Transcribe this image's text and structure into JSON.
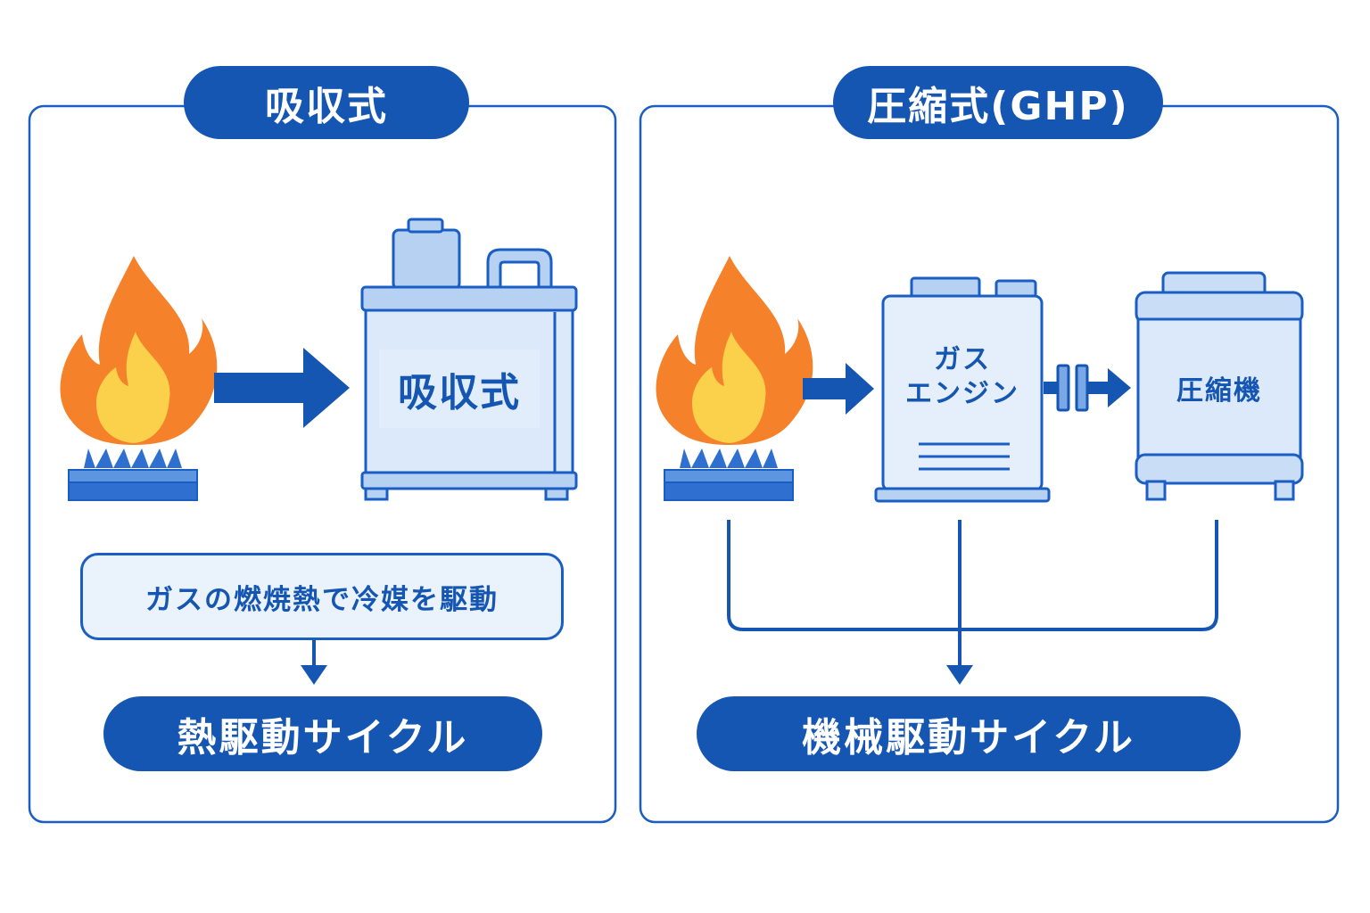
{
  "left_panel": {
    "title": "吸収式",
    "machine_label": "吸収式",
    "description": "ガスの燃焼熱で冷媒を駆動",
    "result": "熱駆動サイクル"
  },
  "right_panel": {
    "title": "圧縮式(GHP)",
    "engine_label_line1": "ガス",
    "engine_label_line2": "エンジン",
    "compressor_label": "圧縮機",
    "result": "機械駆動サイクル"
  },
  "colors": {
    "primary": "#1556b3",
    "outline": "#1a5ec4",
    "fill_light": "#dce9fa",
    "flame_outer": "#f5822a",
    "flame_inner": "#fbd14b",
    "burner": "#2f6fd0"
  },
  "icons": [
    "flame-icon",
    "gas-burner-icon",
    "absorption-chiller-icon",
    "gas-engine-icon",
    "shaft-coupling-icon",
    "compressor-icon"
  ]
}
